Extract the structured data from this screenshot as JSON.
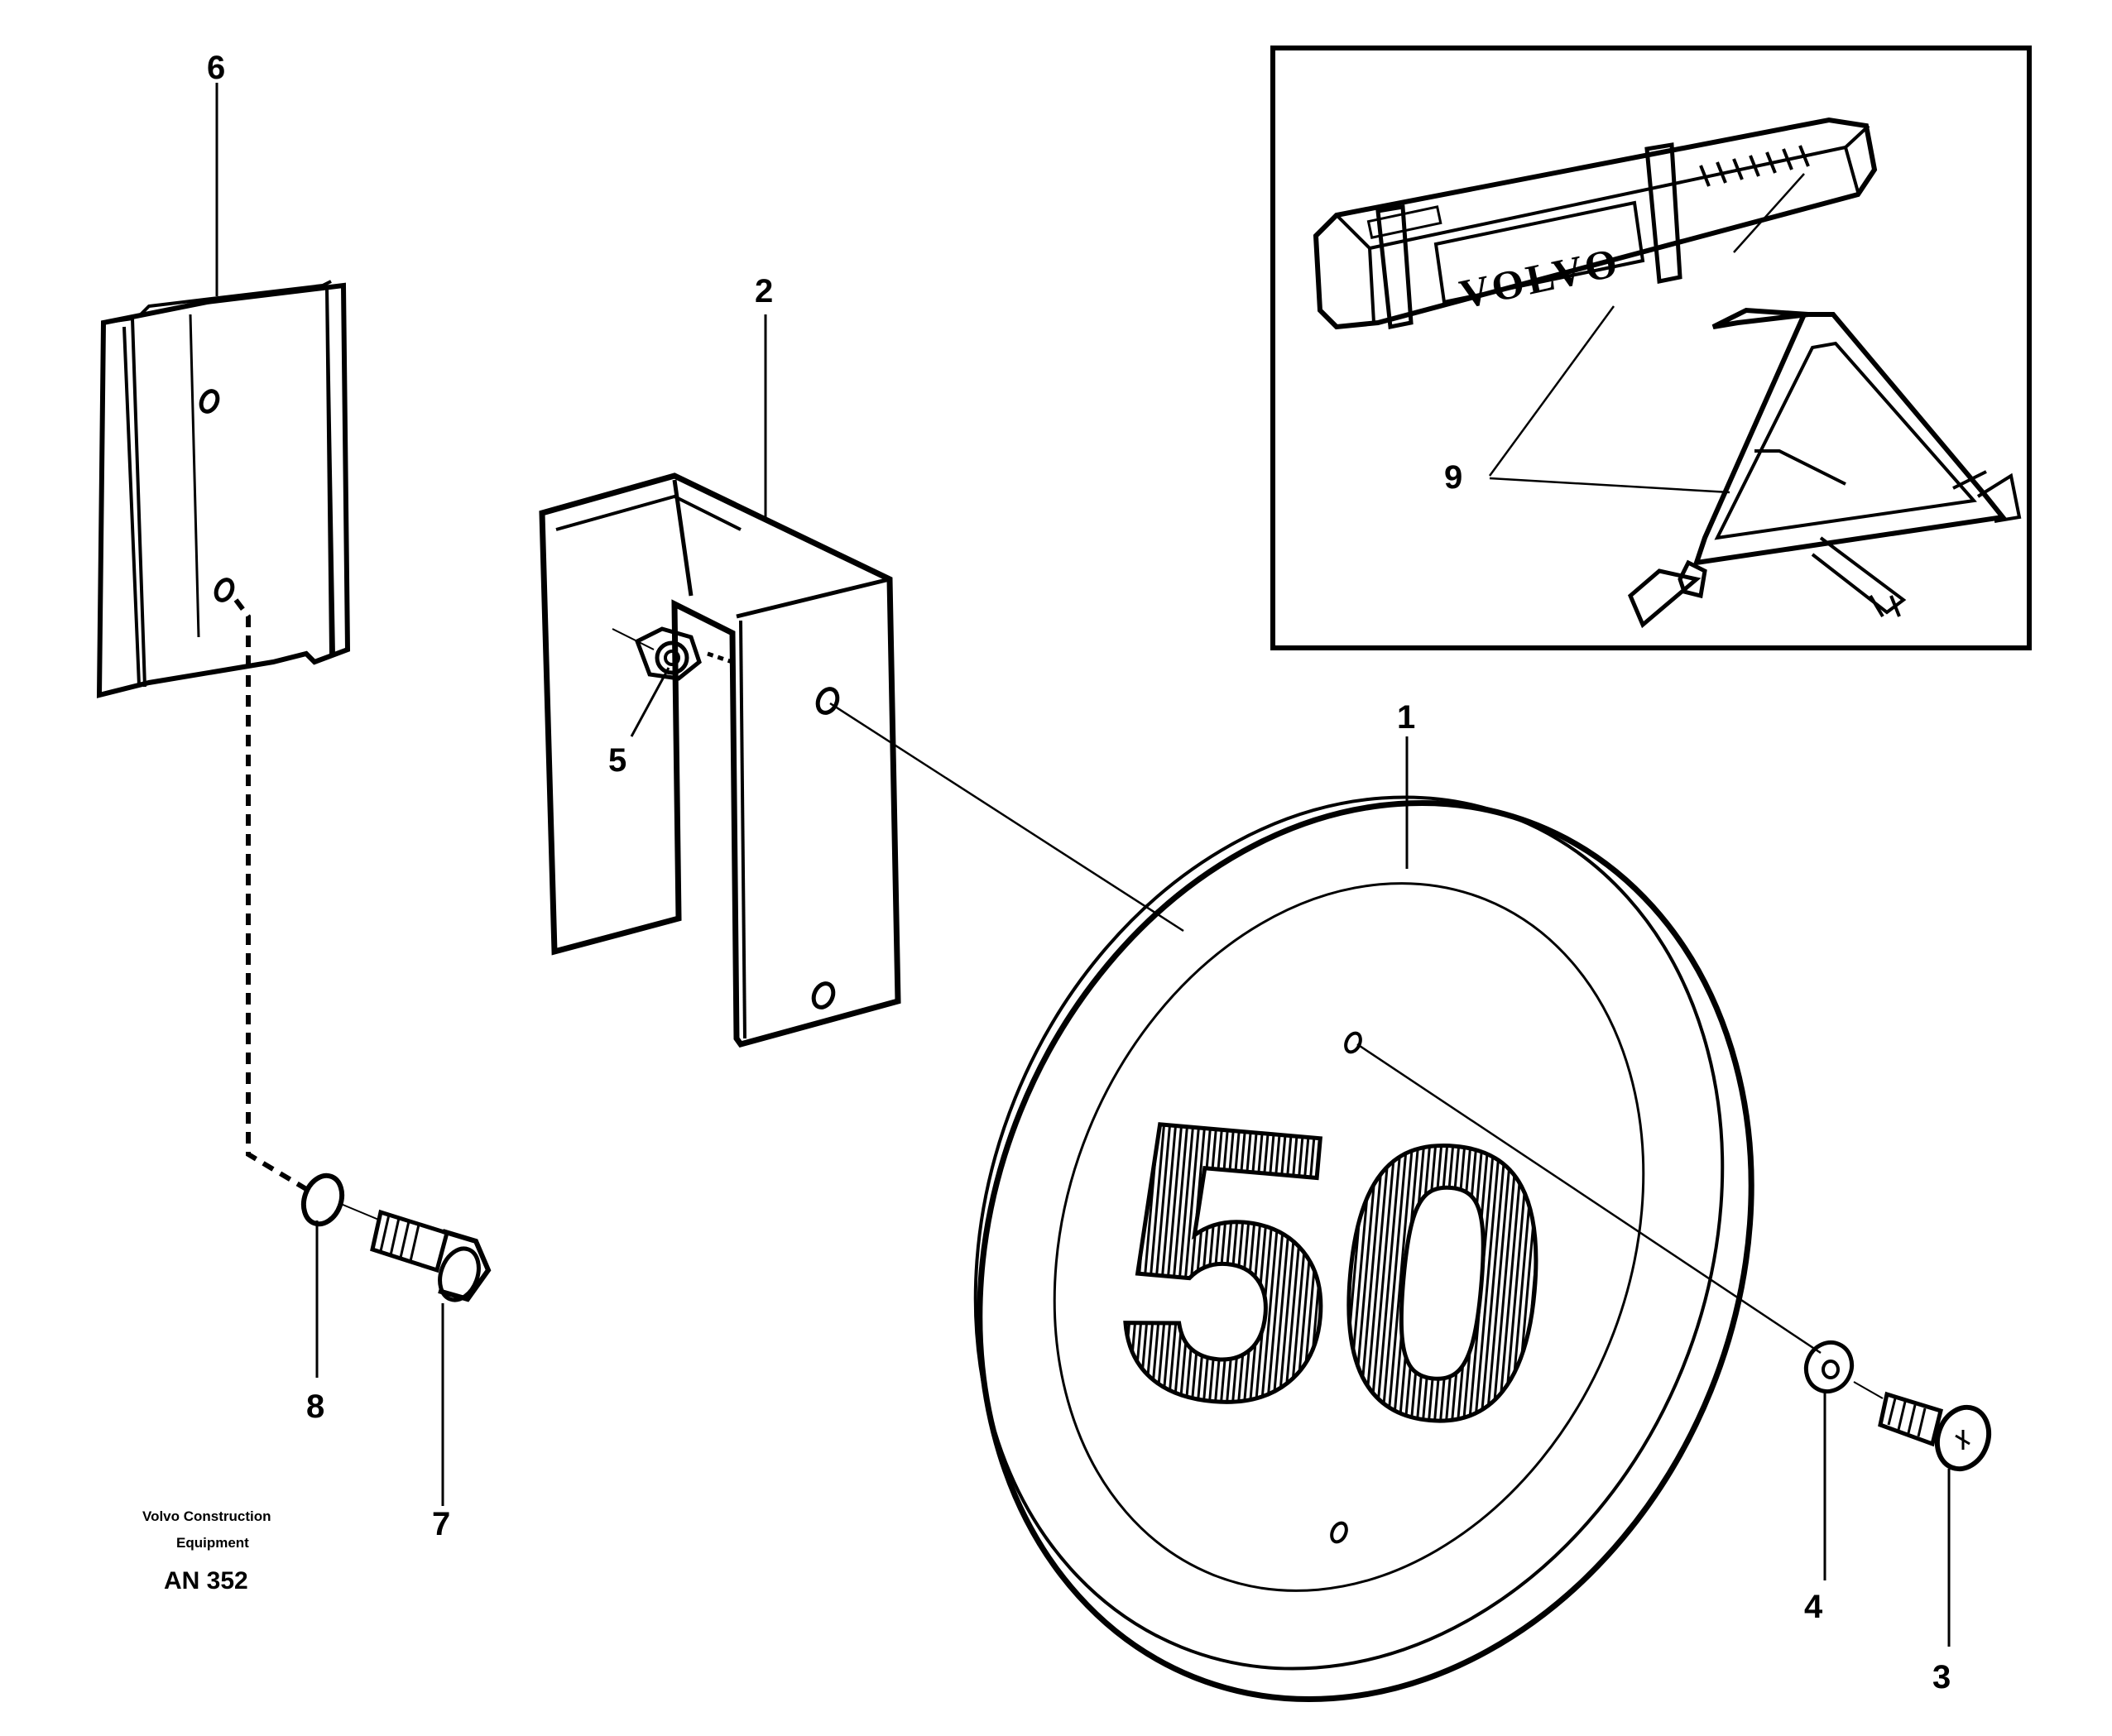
{
  "callouts": [
    {
      "id": "1",
      "label": "1"
    },
    {
      "id": "2",
      "label": "2"
    },
    {
      "id": "3",
      "label": "3"
    },
    {
      "id": "4",
      "label": "4"
    },
    {
      "id": "5",
      "label": "5"
    },
    {
      "id": "6",
      "label": "6"
    },
    {
      "id": "7",
      "label": "7"
    },
    {
      "id": "8",
      "label": "8"
    },
    {
      "id": "9",
      "label": "9"
    }
  ],
  "sign": {
    "number": "50"
  },
  "warning_kit": {
    "brand": "VOLVO"
  },
  "footer": {
    "credit_line1": "Volvo Construction",
    "credit_line2": "Equipment",
    "doc_id": "AN 352"
  }
}
